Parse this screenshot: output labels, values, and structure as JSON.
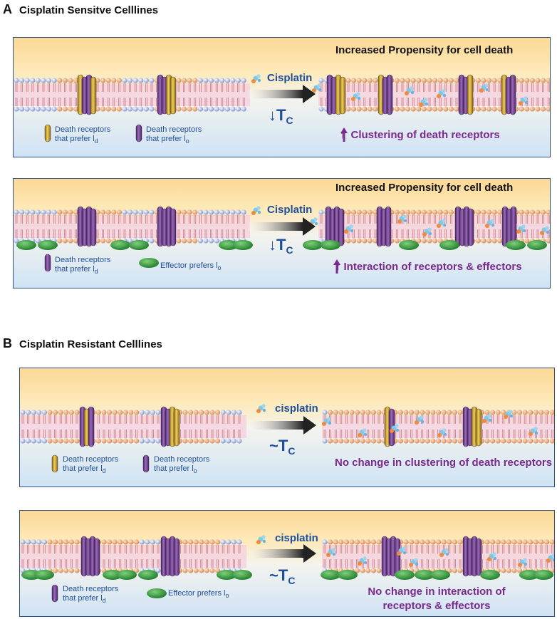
{
  "section_a": {
    "letter": "A",
    "title": "Cisplatin Sensitve  Celllines"
  },
  "section_b": {
    "letter": "B",
    "title": "Cisplatin Resistant Celllines"
  },
  "panels": [
    {
      "result": "Increased Propensity  for cell death",
      "drug": "Cisplatin",
      "tc_prefix": "↓",
      "tc": "T",
      "tc_sub": "C",
      "outcome": "Clustering of death receptors",
      "outcome_prefix": "↑",
      "legend_1": "Death receptors that prefer l",
      "legend_1_sub": "d",
      "legend_2": "Death receptors that prefer l",
      "legend_2_sub": "o"
    },
    {
      "result": "Increased Propensity  for cell death",
      "drug": "Cisplatin",
      "tc_prefix": "↓",
      "tc": "T",
      "tc_sub": "C",
      "outcome": "Interaction of receptors & effectors",
      "outcome_prefix": "↑",
      "legend_1": "Death receptors that prefer l",
      "legend_1_sub": "d",
      "legend_2": "Effector prefers l",
      "legend_2_sub": "o"
    },
    {
      "drug": "cisplatin",
      "tc_prefix": "~",
      "tc": "T",
      "tc_sub": "C",
      "outcome": "No change in clustering of death receptors",
      "legend_1": "Death receptors that prefer l",
      "legend_1_sub": "d",
      "legend_2": "Death receptors that prefer l",
      "legend_2_sub": "o"
    },
    {
      "drug": "cisplatin",
      "tc_prefix": "~",
      "tc": "T",
      "tc_sub": "C",
      "outcome": "No change in interaction of receptors & effectors",
      "legend_1": "Death receptors that prefer l",
      "legend_1_sub": "d",
      "legend_2": "Effector prefers l",
      "legend_2_sub": "o"
    }
  ],
  "colors": {
    "purple": "#6e3c8e",
    "gold": "#c9a020",
    "green": "#2f9a3a",
    "blue_head": "#8fa3d9",
    "orange_head": "#e2a478",
    "outcome": "#7a2a8c",
    "text_blue": "#1f4e9a"
  }
}
